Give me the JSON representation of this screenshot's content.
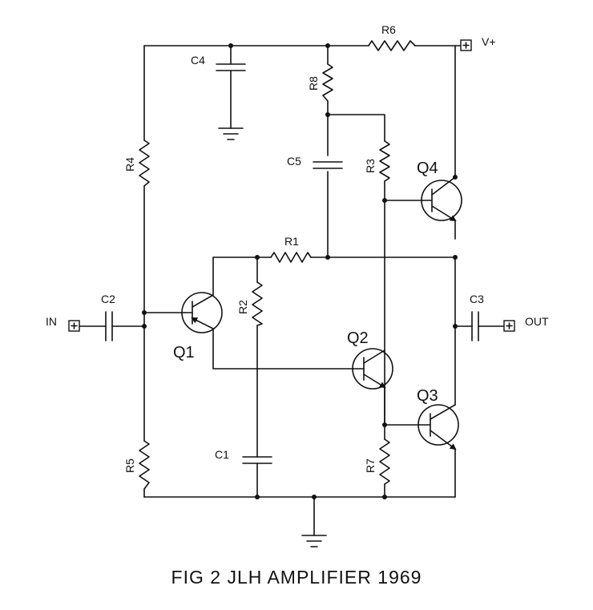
{
  "caption": "FIG 2 JLH AMPLIFIER 1969",
  "terminals": {
    "vplus": "V+",
    "in": "IN",
    "out": "OUT"
  },
  "resistors": {
    "r1": "R1",
    "r2": "R2",
    "r3": "R3",
    "r4": "R4",
    "r5": "R5",
    "r6": "R6",
    "r7": "R7",
    "r8": "R8"
  },
  "capacitors": {
    "c1": "C1",
    "c2": "C2",
    "c3": "C3",
    "c4": "C4",
    "c5": "C5"
  },
  "transistors": {
    "q1": "Q1",
    "q2": "Q2",
    "q3": "Q3",
    "q4": "Q4"
  }
}
